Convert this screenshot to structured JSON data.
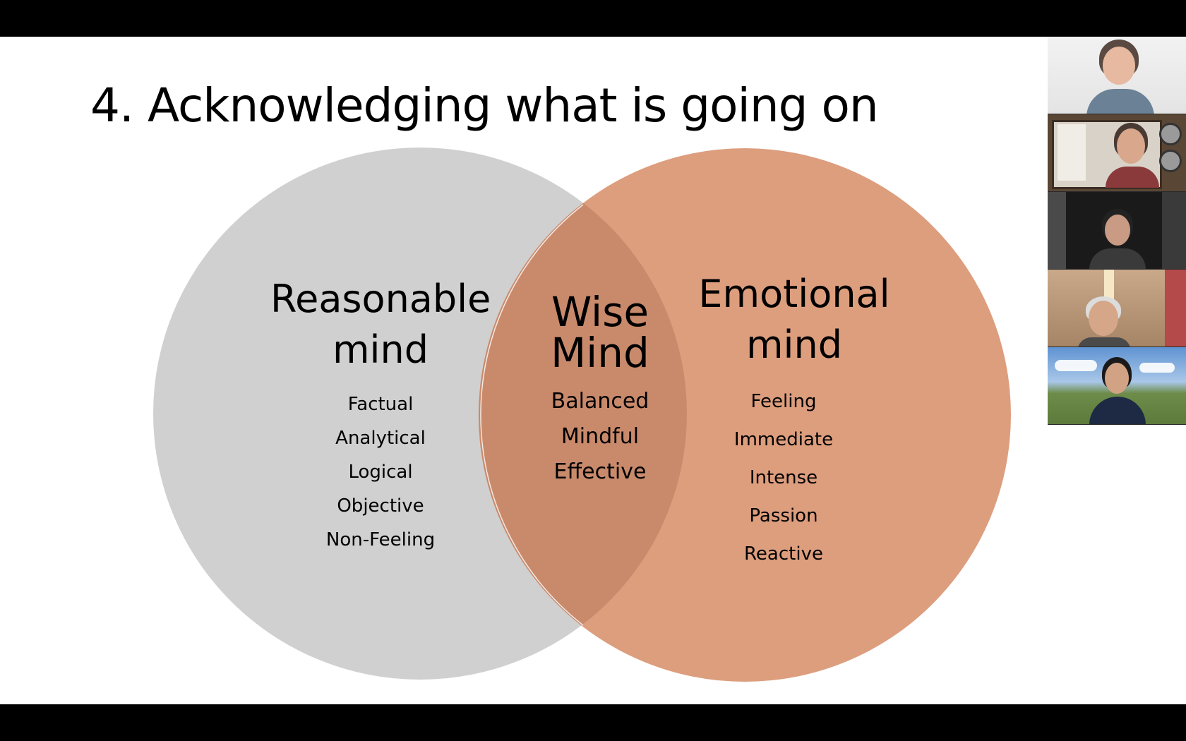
{
  "slide": {
    "title": "4. Acknowledging what is going on"
  },
  "venn": {
    "left": {
      "heading_line1": "Reasonable",
      "heading_line2": "mind",
      "traits": [
        "Factual",
        "Analytical",
        "Logical",
        "Objective",
        "Non-Feeling"
      ],
      "color": "#d0d0d0"
    },
    "center": {
      "heading_line1": "Wise",
      "heading_line2": "Mind",
      "traits": [
        "Balanced",
        "Mindful",
        "Effective"
      ],
      "color": "#c98a6c"
    },
    "right": {
      "heading_line1": "Emotional",
      "heading_line2": "mind",
      "traits": [
        "Feeling",
        "Immediate",
        "Intense",
        "Passion",
        "Reactive"
      ],
      "color": "#dd9e7e"
    }
  },
  "participants": [
    {
      "name_icon": "participant-video-1"
    },
    {
      "name_icon": "participant-video-2"
    },
    {
      "name_icon": "participant-video-3"
    },
    {
      "name_icon": "participant-video-4"
    },
    {
      "name_icon": "participant-video-5"
    }
  ]
}
